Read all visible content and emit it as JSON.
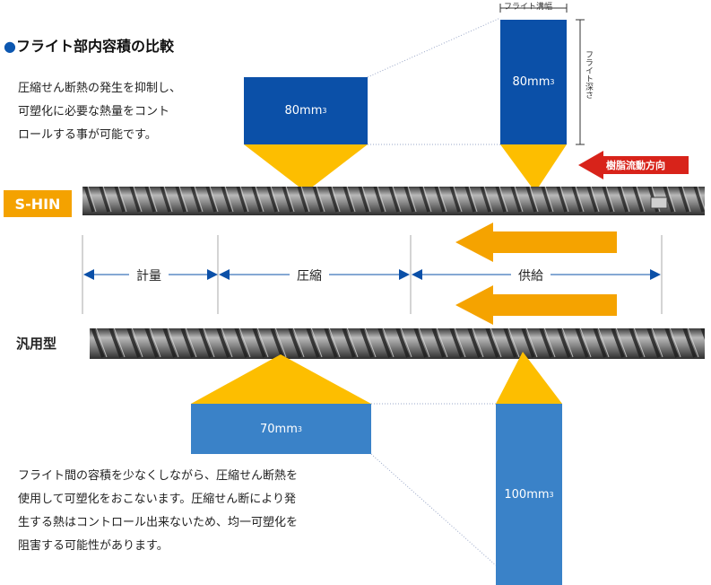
{
  "title": "フライト部内容積の比較",
  "title_bullet": "●",
  "description_top": [
    "圧縮せん断熱の発生を抑制し、",
    "可塑化に必要な熱量をコント",
    "ロールする事が可能です。"
  ],
  "description_bottom": [
    "フライト間の容積を少なくしながら、圧縮せん断熱を",
    "使用して可塑化をおこないます。圧縮せん断により発",
    "生する熱はコントロール出来ないため、均一可塑化を",
    "阻害する可能性があります。"
  ],
  "screws": {
    "shin": {
      "label": "S-HIN"
    },
    "general": {
      "label": "汎用型"
    }
  },
  "volumes": {
    "shin_metering": {
      "value": "80mm",
      "exp": "3"
    },
    "shin_feed": {
      "value": "80mm",
      "exp": "3"
    },
    "general_metering": {
      "value": "70mm",
      "exp": "3"
    },
    "general_feed": {
      "value": "100mm",
      "exp": "3"
    }
  },
  "zones": {
    "metering": "計量",
    "compression": "圧縮",
    "feed": "供給"
  },
  "annotations": {
    "flight_width": "フライト溝幅",
    "flight_depth": "フライト深さ",
    "resin_flow": "樹脂流動方向"
  },
  "colors": {
    "dark_blue": "#0b50a8",
    "light_blue": "#3a82c8",
    "yellow": "#fdbe00",
    "orange": "#f5a300",
    "red": "#d8231a"
  }
}
